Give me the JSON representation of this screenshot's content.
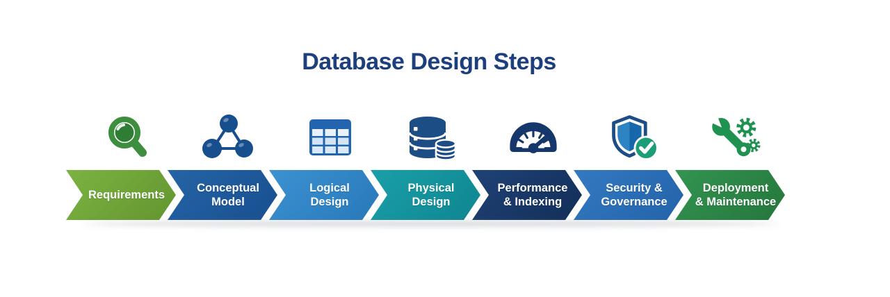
{
  "title": "Database Design Steps",
  "title_color": "#1d3f7e",
  "steps": [
    {
      "line1": "Requirements",
      "line2": "",
      "color_top": "#7cb342",
      "color_bottom": "#639530",
      "icon": "magnifier-icon",
      "icon_color": "#3d8e3e"
    },
    {
      "line1": "Conceptual",
      "line2": "Model",
      "color_top": "#2564a6",
      "color_bottom": "#184f90",
      "icon": "er-model-icon",
      "icon_color": "#174e8d"
    },
    {
      "line1": "Logical",
      "line2": "Design",
      "color_top": "#3c92d1",
      "color_bottom": "#2878ba",
      "icon": "table-icon",
      "icon_color": "#2264ae"
    },
    {
      "line1": "Physical",
      "line2": "Design",
      "color_top": "#1a9fa8",
      "color_bottom": "#0e8691",
      "icon": "database-icon",
      "icon_color": "#1d4d85"
    },
    {
      "line1": "Performance",
      "line2": "& Indexing",
      "color_top": "#1f4276",
      "color_bottom": "#132e58",
      "icon": "gauge-icon",
      "icon_color": "#16376b"
    },
    {
      "line1": "Security &",
      "line2": "Governance",
      "color_top": "#3379c2",
      "color_bottom": "#2363a9",
      "icon": "shield-check-icon",
      "icon_color": "#1d4d85"
    },
    {
      "line1": "Deployment",
      "line2": "& Maintenance",
      "color_top": "#339450",
      "color_bottom": "#25763c",
      "icon": "wrench-gear-icon",
      "icon_color": "#1f9150"
    }
  ]
}
